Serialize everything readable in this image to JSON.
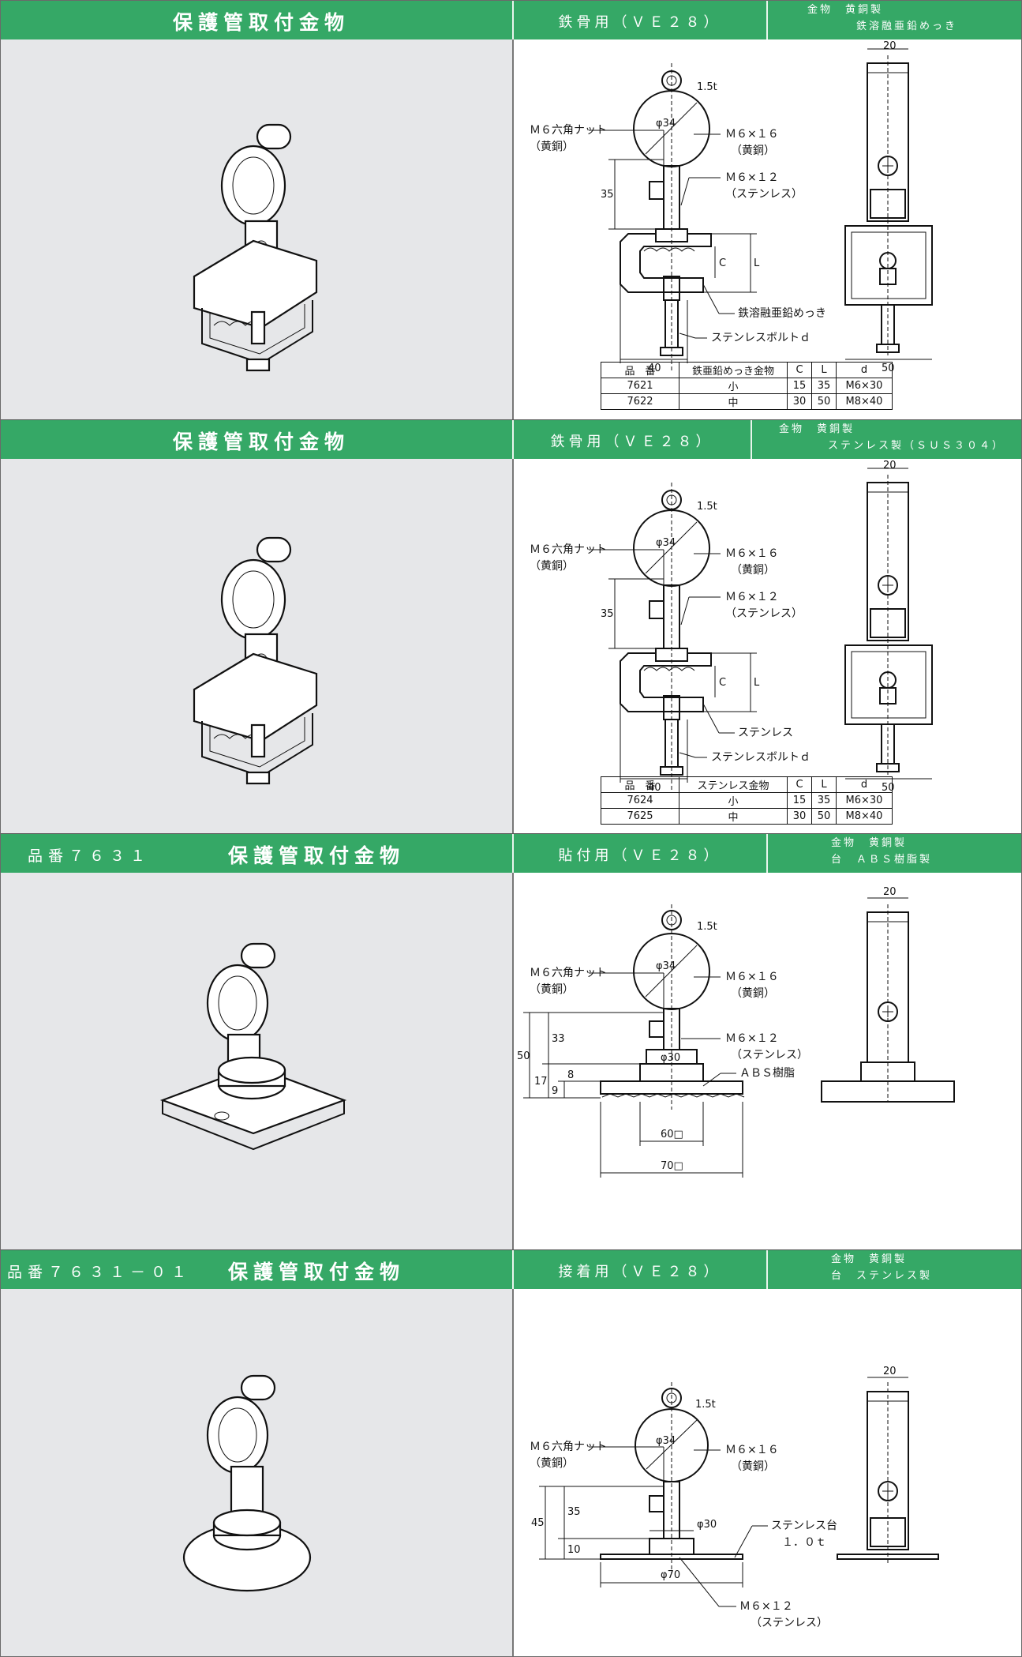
{
  "sections": [
    {
      "title": "保護管取付金物",
      "code": "",
      "use": "鉄骨用（ＶＥ２８）",
      "material_1": "金物　黄銅製",
      "material_2": "鉄溶融亜鉛めっき",
      "labels": {
        "nut": "Ｍ６六角ナット",
        "brass1": "（黄銅）",
        "m616": "Ｍ６×１６",
        "brass2": "（黄銅）",
        "m612": "Ｍ６×１２",
        "stainless": "（ステンレス）",
        "clamp": "鉄溶融亜鉛めっき",
        "bolt": "ステンレスボルトｄ"
      },
      "dims": {
        "t": "1.5t",
        "phi": "φ34",
        "h": "35",
        "c": "C",
        "l": "L",
        "w1": "40",
        "w2": "50",
        "top": "20"
      },
      "table": {
        "headers": [
          "品　番",
          "鉄亜鉛めっき金物",
          "C",
          "L",
          "d"
        ],
        "rows": [
          [
            "7621",
            "小",
            "15",
            "35",
            "M6×30"
          ],
          [
            "7622",
            "中",
            "30",
            "50",
            "M8×40"
          ]
        ]
      }
    },
    {
      "title": "保護管取付金物",
      "code": "",
      "use": "鉄骨用（ＶＥ２８）",
      "material_1": "金物　黄銅製",
      "material_2": "ステンレス製（ＳＵＳ３０４）",
      "labels": {
        "nut": "Ｍ６六角ナット",
        "brass1": "（黄銅）",
        "m616": "Ｍ６×１６",
        "brass2": "（黄銅）",
        "m612": "Ｍ６×１２",
        "stainless": "（ステンレス）",
        "clamp": "ステンレス",
        "bolt": "ステンレスボルトｄ"
      },
      "dims": {
        "t": "1.5t",
        "phi": "φ34",
        "h": "35",
        "c": "C",
        "l": "L",
        "w1": "40",
        "w2": "50",
        "top": "20"
      },
      "table": {
        "headers": [
          "品　番",
          "ステンレス金物",
          "C",
          "L",
          "d"
        ],
        "rows": [
          [
            "7624",
            "小",
            "15",
            "35",
            "M6×30"
          ],
          [
            "7625",
            "中",
            "30",
            "50",
            "M8×40"
          ]
        ]
      }
    },
    {
      "title": "保護管取付金物",
      "code": "品番７６３１",
      "use": "貼付用（ＶＥ２８）",
      "material_1": "金物　黄銅製",
      "material_2": "台　ＡＢＳ樹脂製",
      "labels": {
        "nut": "Ｍ６六角ナット",
        "brass1": "（黄銅）",
        "m616": "Ｍ６×１６",
        "brass2": "（黄銅）",
        "m612": "Ｍ６×１２",
        "stainless": "（ステンレス）",
        "abs": "ＡＢＳ樹脂"
      },
      "dims": {
        "t": "1.5t",
        "phi": "φ34",
        "h50": "50",
        "h33": "33",
        "h17": "17",
        "h9": "9",
        "h8": "8",
        "phi30": "φ30",
        "w60": "60□",
        "w70": "70□",
        "top": "20"
      }
    },
    {
      "title": "保護管取付金物",
      "code": "品番７６３１－０１",
      "use": "接着用（ＶＥ２８）",
      "material_1": "金物　黄銅製",
      "material_2": "台　ステンレス製",
      "labels": {
        "nut": "Ｍ６六角ナット",
        "brass1": "（黄銅）",
        "m616": "Ｍ６×１６",
        "brass2": "（黄銅）",
        "base": "ステンレス台",
        "base_t": "１．０ｔ",
        "m612": "Ｍ６×１２",
        "stainless": "（ステンレス）"
      },
      "dims": {
        "t": "1.5t",
        "phi": "φ34",
        "h45": "45",
        "h35": "35",
        "h10": "10",
        "phi30": "φ30",
        "phi70": "φ70",
        "top": "20"
      }
    }
  ]
}
